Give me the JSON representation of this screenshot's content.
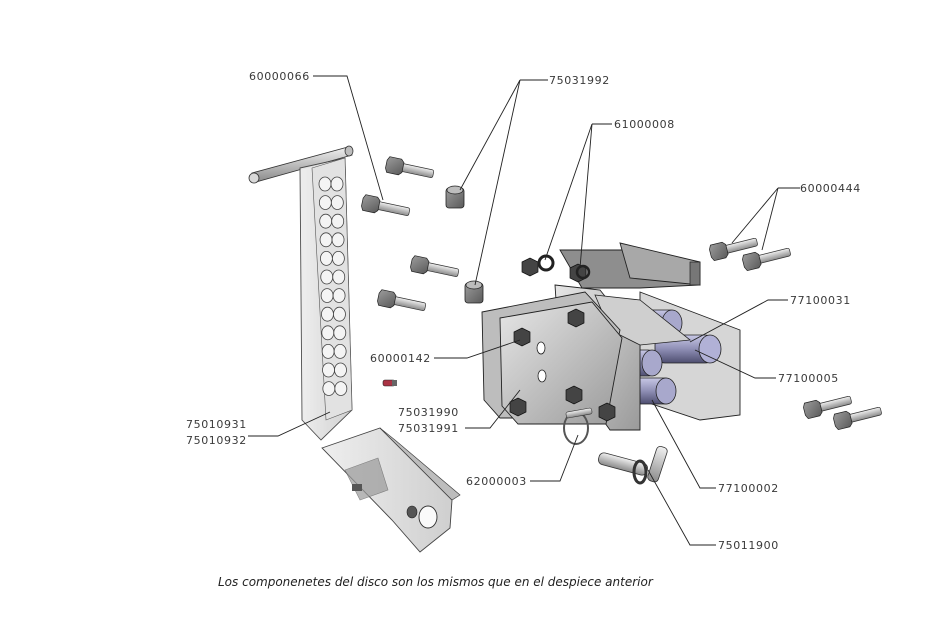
{
  "part_labels": {
    "bolt_upper": "60000066",
    "spacer": "75031992",
    "nut_washer": "61000008",
    "bolt_right": "60000444",
    "rod_top": "77100031",
    "rod_mid": "77100005",
    "plate_nut": "60000142",
    "plate_a": "75031990",
    "plate_b": "75031991",
    "arm_a": "75010931",
    "arm_b": "75010932",
    "lynch_pin": "62000003",
    "rod_low": "77100002",
    "hitch_pin": "75011900"
  },
  "caption": "Los componenetes del disco son los mismos que en el despiece anterior"
}
